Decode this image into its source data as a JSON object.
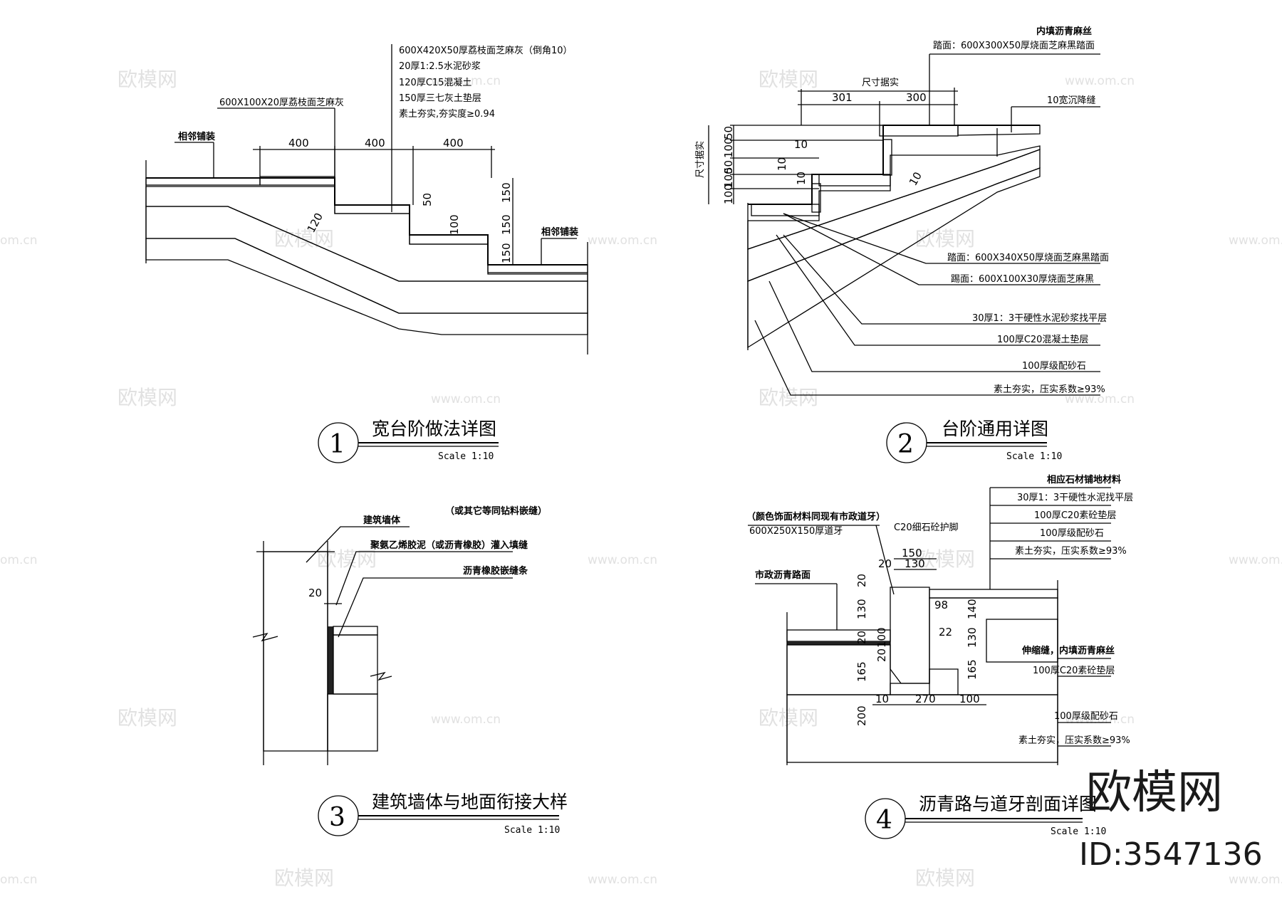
{
  "watermarks": {
    "brand": "欧模网",
    "site": "www.om.cn",
    "site_partial": "om.cn"
  },
  "logo": {
    "text": "欧模网",
    "id": "ID:3547136"
  },
  "detail1": {
    "number": "1",
    "title": "宽台阶做法详图",
    "scale": "Scale  1:10",
    "notes": [
      "600X420X50厚荔枝面芝麻灰（倒角10）",
      "20厚1:2.5水泥砂浆",
      "120厚C15混凝土",
      "150厚三七灰土垫层",
      "素土夯实,夯实度≥0.94"
    ],
    "label_top": "600X100X20厚荔枝面芝麻灰",
    "label_left": "相邻铺装",
    "label_right": "相邻铺装",
    "dims": [
      "400",
      "400",
      "400",
      "50",
      "100",
      "120",
      "150",
      "150",
      "150"
    ]
  },
  "detail2": {
    "number": "2",
    "title": "台阶通用详图",
    "scale": "Scale  1:10",
    "top_notes": [
      "内填沥青麻丝",
      "踏面：600X300X50厚烧面芝麻黑踏面"
    ],
    "dim_label": "尺寸据实",
    "dims": [
      "301",
      "300",
      "10",
      "10",
      "10",
      "1",
      "10",
      "50",
      "100",
      "50",
      "100",
      "100",
      "50"
    ],
    "side_label": "尺寸据实",
    "joint": "10宽沉降缝",
    "layers": [
      "踏面：600X340X50厚烧面芝麻黑踏面",
      "踢面：600X100X30厚烧面芝麻黑",
      "30厚1：3干硬性水泥砂浆找平层",
      "100厚C20混凝土垫层",
      "100厚级配砂石",
      "素土夯实，压实系数≥93%"
    ]
  },
  "detail3": {
    "number": "3",
    "title": "建筑墙体与地面衔接大样",
    "scale": "Scale  1:10",
    "notes": [
      "（或其它等同钻料嵌缝）",
      "建筑墙体",
      "聚氨乙烯胶泥（或沥青橡胶）灌入填缝",
      "沥青橡胶嵌缝条"
    ],
    "dim": "20"
  },
  "detail4": {
    "number": "4",
    "title": "沥青路与道牙剖面详图",
    "scale": "Scale  1:10",
    "left_notes": [
      "（颜色饰面材料同现有市政道牙）",
      "600X250X150厚道牙",
      "市政沥青路面"
    ],
    "curb": "C20细石砼护脚",
    "right_notes": [
      "相应石材铺地材料",
      "30厚1：3干硬性水泥找平层",
      "100厚C20素砼垫层",
      "100厚级配砂石",
      "素土夯实，压实系数≥93%",
      "伸缩缝，内填沥青麻丝",
      "100厚C20素砼垫层",
      "100厚级配砂石",
      "素土夯实，压实系数≥93%"
    ],
    "dims": [
      "150",
      "130",
      "20",
      "20",
      "98",
      "140",
      "22",
      "130",
      "165",
      "130",
      "20",
      "100",
      "20",
      "165",
      "10",
      "270",
      "100",
      "200"
    ]
  }
}
